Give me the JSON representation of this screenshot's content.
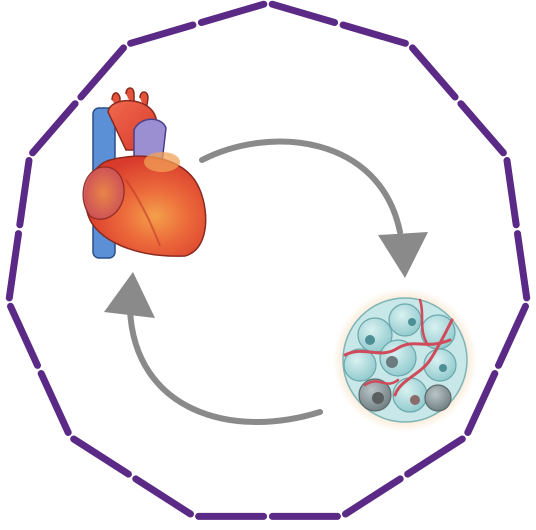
{
  "diagram": {
    "frame": {
      "shape": "hendecagon",
      "style": "dashed-segments",
      "color": "#5b2a86"
    },
    "nodes": [
      {
        "id": "heart",
        "icon": "heart-icon"
      },
      {
        "id": "tumor",
        "icon": "tumor-cell-cluster-icon"
      }
    ],
    "edges": [
      {
        "from": "heart",
        "to": "tumor",
        "icon": "curved-arrow-icon",
        "color": "#8a8a8a"
      },
      {
        "from": "tumor",
        "to": "heart",
        "icon": "curved-arrow-icon",
        "color": "#8a8a8a"
      }
    ],
    "colors": {
      "frame": "#5b2a86",
      "arrow": "#8a8a8a",
      "heart_main": "#e94b2e",
      "heart_vessel_blue": "#5b8fd6",
      "heart_vessel_lavender": "#9c8fd1",
      "cells": "#9fd3d6",
      "cell_vessels": "#d04a5a",
      "glow": "#f5d3a8"
    }
  }
}
